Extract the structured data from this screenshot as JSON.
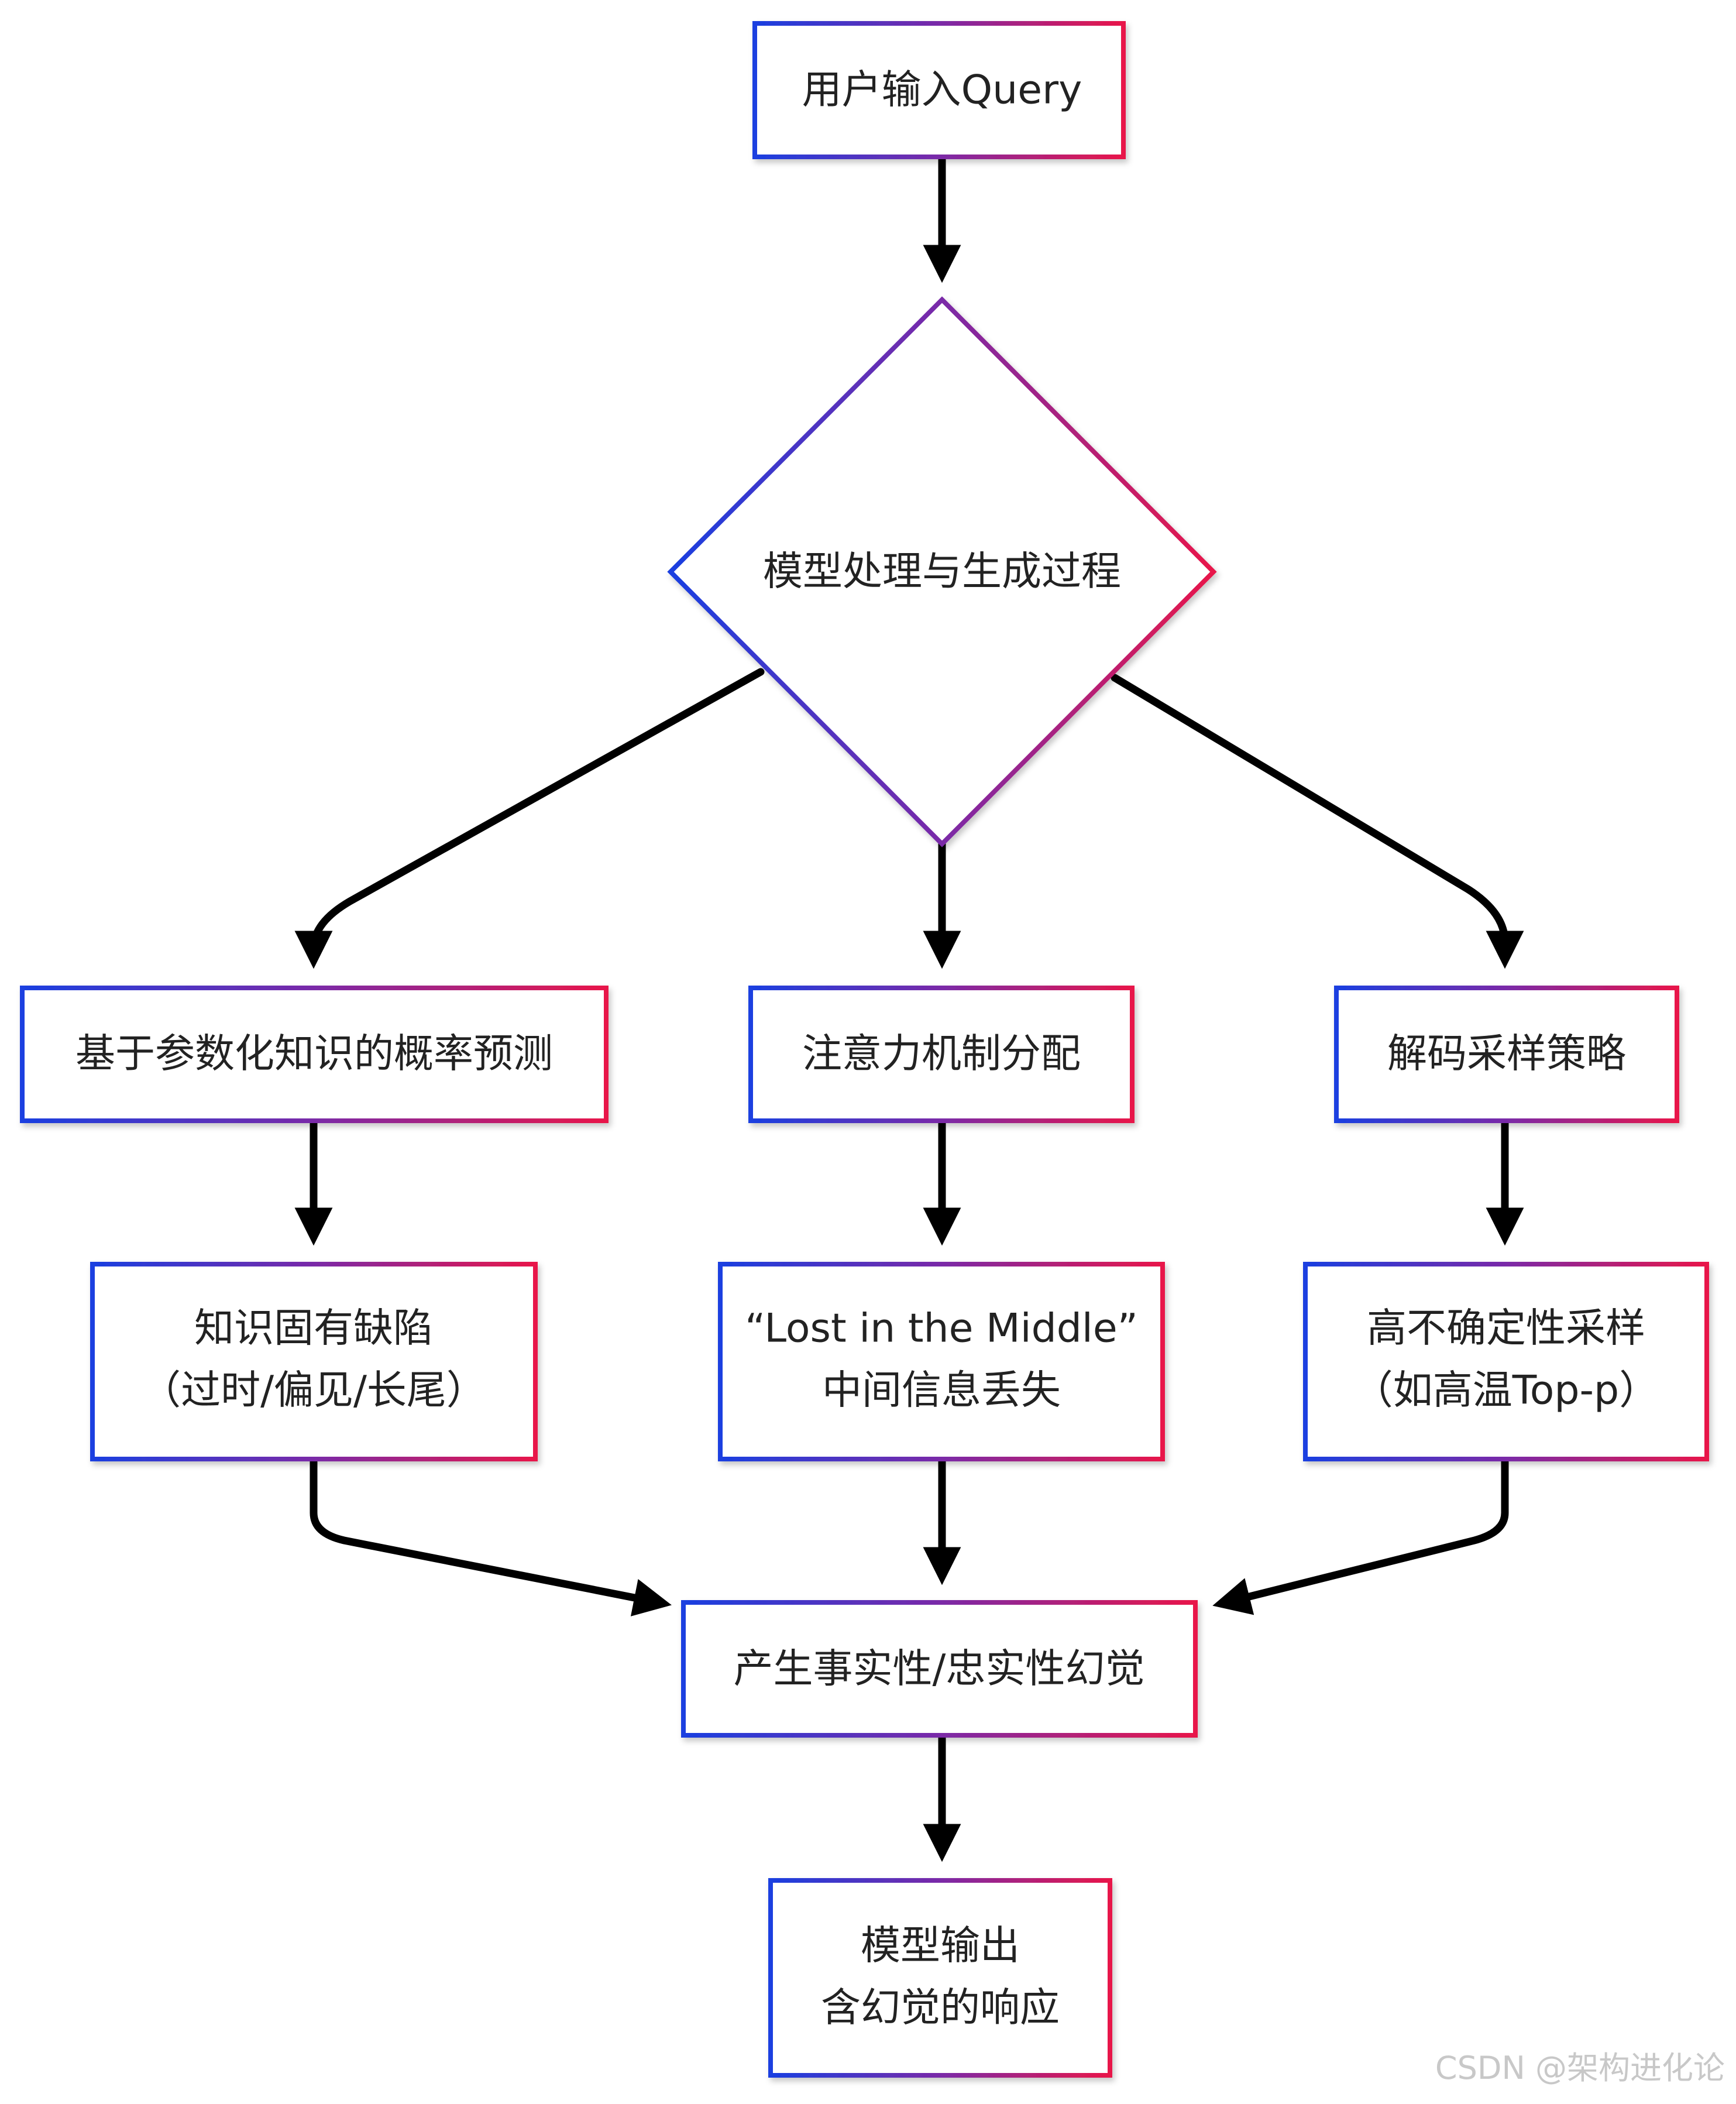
{
  "nodes": {
    "input": {
      "lines": [
        "用户输入Query"
      ]
    },
    "process": {
      "lines": [
        "模型处理与生成过程"
      ]
    },
    "knowledge": {
      "lines": [
        "基于参数化知识的概率预测"
      ]
    },
    "attention": {
      "lines": [
        "注意力机制分配"
      ]
    },
    "decoding": {
      "lines": [
        "解码采样策略"
      ]
    },
    "knowledge_defect": {
      "lines": [
        "知识固有缺陷",
        "（过时/偏见/长尾）"
      ]
    },
    "lost_middle": {
      "lines": [
        "“Lost in the Middle”",
        "中间信息丢失"
      ]
    },
    "sampling": {
      "lines": [
        "高不确定性采样",
        "（如高温Top-p）"
      ]
    },
    "hallucination": {
      "lines": [
        "产生事实性/忠实性幻觉"
      ]
    },
    "output": {
      "lines": [
        "模型输出",
        "含幻觉的响应"
      ]
    }
  },
  "watermark": "CSDN @架构进化论",
  "colors": {
    "gradient_start": "#1a3fe0",
    "gradient_end": "#e8174a",
    "arrow": "#000000",
    "text": "#222222"
  }
}
